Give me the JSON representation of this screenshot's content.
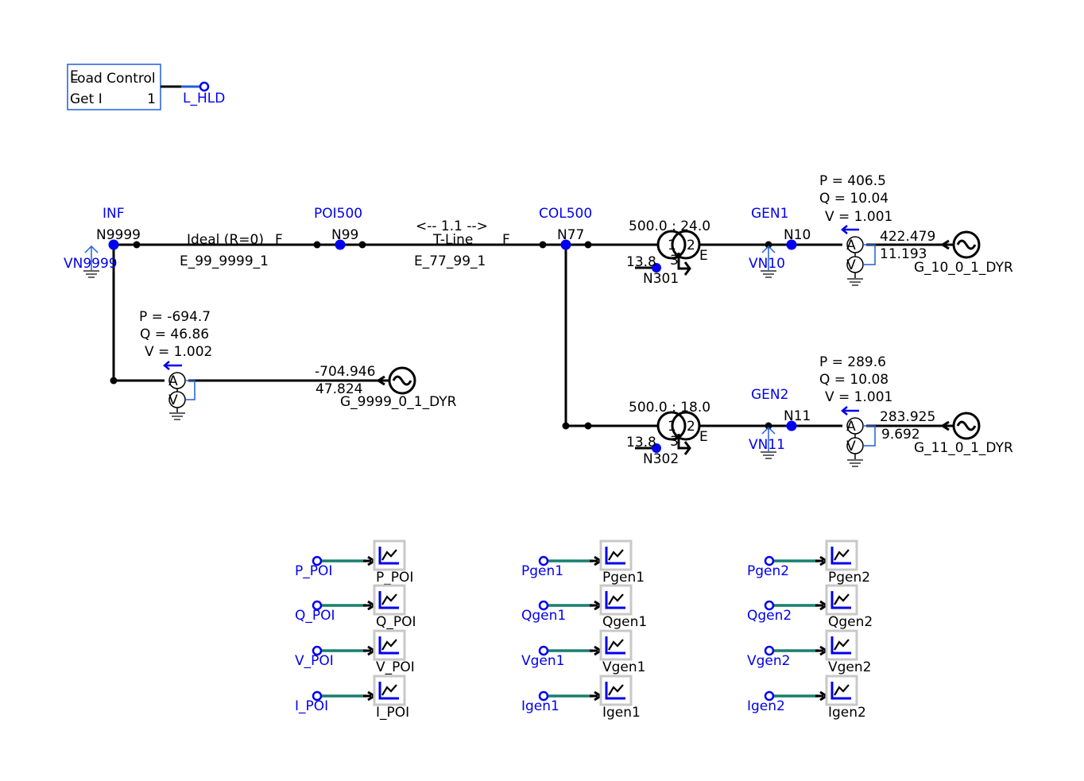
{
  "load_control": {
    "title": "Load Control",
    "corner": "E",
    "row_label": "Get I",
    "row_value": "1",
    "signal": "L_HLD"
  },
  "buses": {
    "inf": {
      "name": "INF",
      "node": "N9999",
      "vmeter": "VN9999"
    },
    "poi500": {
      "name": "POI500",
      "node": "N99"
    },
    "col500": {
      "name": "COL500",
      "node": "N77"
    },
    "gen1": {
      "name": "GEN1",
      "node": "N10",
      "vmeter": "VN10"
    },
    "gen2": {
      "name": "GEN2",
      "node": "N11",
      "vmeter": "VN11"
    }
  },
  "lines": {
    "ideal": {
      "type": "Ideal (R=0)",
      "end": "F",
      "id": "E_99_9999_1"
    },
    "tline": {
      "arrow": "<-- 1.1 -->",
      "type": "T-Line",
      "end": "F",
      "id": "E_77_99_1"
    }
  },
  "transformers": {
    "t1": {
      "ratio": "500.0 :  24.0",
      "tertiary": "13.8",
      "w1": "1",
      "w2": "2",
      "w3": "3",
      "end": "E",
      "node": "N301"
    },
    "t2": {
      "ratio": "500.0 :  18.0",
      "tertiary": "13.8",
      "w1": "1",
      "w2": "2",
      "w3": "3",
      "end": "E",
      "node": "N302"
    }
  },
  "generators": {
    "g9999": {
      "p": "P = -694.7",
      "q": "Q = 46.86",
      "v": "V = 1.002",
      "mw": "-704.946",
      "mvar": "47.824",
      "name": "G_9999_0_1_DYR"
    },
    "g10": {
      "p": "P = 406.5",
      "q": "Q = 10.04",
      "v": "V = 1.001",
      "mw": "422.479",
      "mvar": "11.193",
      "name": "G_10_0_1_DYR"
    },
    "g11": {
      "p": "P = 289.6",
      "q": "Q = 10.08",
      "v": "V = 1.001",
      "mw": "283.925",
      "mvar": "9.692",
      "name": "G_11_0_1_DYR"
    }
  },
  "meter_labels": {
    "ammeter": "A",
    "voltmeter": "V"
  },
  "plots": [
    [
      {
        "signal": "P_POI",
        "label": "P_POI"
      },
      {
        "signal": "Q_POI",
        "label": "Q_POI"
      },
      {
        "signal": "V_POI",
        "label": "V_POI"
      },
      {
        "signal": "I_POI",
        "label": "I_POI"
      }
    ],
    [
      {
        "signal": "Pgen1",
        "label": "Pgen1"
      },
      {
        "signal": "Qgen1",
        "label": "Qgen1"
      },
      {
        "signal": "Vgen1",
        "label": "Vgen1"
      },
      {
        "signal": "Igen1",
        "label": "Igen1"
      }
    ],
    [
      {
        "signal": "Pgen2",
        "label": "Pgen2"
      },
      {
        "signal": "Qgen2",
        "label": "Qgen2"
      },
      {
        "signal": "Vgen2",
        "label": "Vgen2"
      },
      {
        "signal": "Igen2",
        "label": "Igen2"
      }
    ]
  ],
  "colors": {
    "label_blue": "#0000ee",
    "box_blue": "#1f5fd6",
    "signal_teal": "#1a7f6e"
  }
}
